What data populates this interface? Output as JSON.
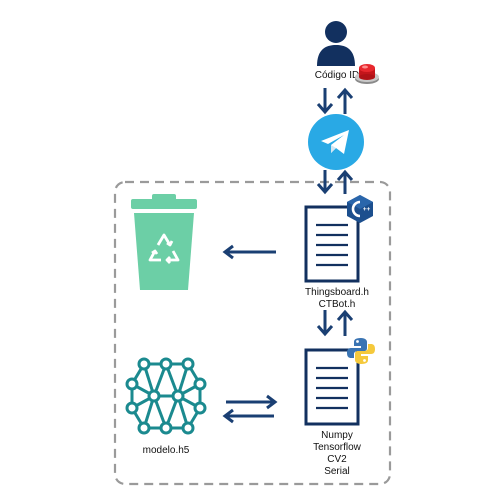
{
  "user": {
    "label": "Código ID",
    "icon": "user-icon"
  },
  "button": {
    "icon": "red-push-button-icon"
  },
  "messenger": {
    "icon": "telegram-icon"
  },
  "bin": {
    "icon": "recycle-bin-icon"
  },
  "model": {
    "icon": "neural-network-icon",
    "label": "modelo.h5"
  },
  "esp_file": {
    "icon": "document-icon",
    "badge_icon": "cpp-icon",
    "lines": [
      "Thingsboard.h",
      "CTBot.h"
    ]
  },
  "py_file": {
    "icon": "document-icon",
    "badge_icon": "python-icon",
    "lines": [
      "Numpy",
      "Tensorflow",
      "CV2",
      "Serial"
    ]
  },
  "colors": {
    "arrow": "#1a3f73",
    "bin_green": "#6ccfa6",
    "network_teal": "#1b8a8f",
    "telegram_blue": "#29a9e5",
    "boundary": "#9a9a9a"
  }
}
